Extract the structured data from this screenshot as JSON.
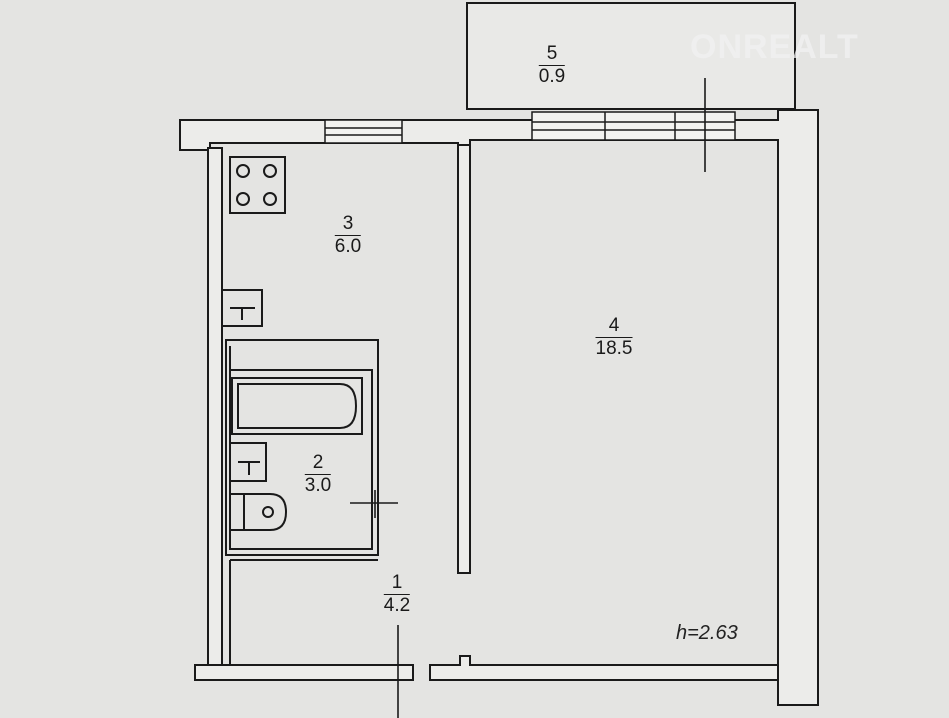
{
  "rooms": [
    {
      "number": "1",
      "area": "4.2"
    },
    {
      "number": "2",
      "area": "3.0"
    },
    {
      "number": "3",
      "area": "6.0"
    },
    {
      "number": "4",
      "area": "18.5"
    },
    {
      "number": "5",
      "area": "0.9"
    }
  ],
  "ceiling_height": "h=2.63",
  "watermark": "ONREALT",
  "colors": {
    "line": "#1a1a1a",
    "background": "#e4e4e2"
  }
}
